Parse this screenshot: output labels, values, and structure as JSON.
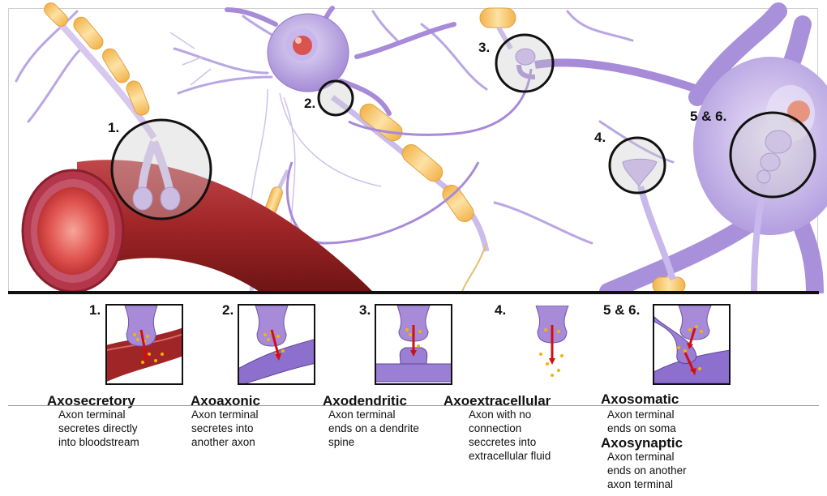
{
  "hero_labels": {
    "c1": "1.",
    "c2": "2.",
    "c3": "3.",
    "c4": "4.",
    "c56": "5 & 6."
  },
  "panels": [
    {
      "num": "1.",
      "title": "Axosecretory",
      "desc": "Axon terminal\nsecretes directly\ninto bloodstream"
    },
    {
      "num": "2.",
      "title": "Axoaxonic",
      "desc": "Axon terminal\nsecretes into\nanother axon"
    },
    {
      "num": "3.",
      "title": "Axodendritic",
      "desc": "Axon terminal\nends on a dendrite\nspine"
    },
    {
      "num": "4.",
      "title": "Axoextracellular",
      "desc": "Axon with no\nconnection\nseccretes into\nextracellular fluid"
    },
    {
      "num": "5 & 6.",
      "title": "Axosomatic",
      "desc": "Axon terminal\nends on soma"
    }
  ],
  "extra": {
    "title": "Axosynaptic",
    "desc": "Axon terminal\nends on another\naxon terminal"
  },
  "colors": {
    "neuron_purple": "#a78ad8",
    "neuron_light": "#d9ccf2",
    "myelin": "#f6c77c",
    "vessel_red": "#a32a2a",
    "vessel_inner": "#e0534f",
    "dot_yellow": "#f4b400",
    "arrow_red": "#d20f0f"
  }
}
